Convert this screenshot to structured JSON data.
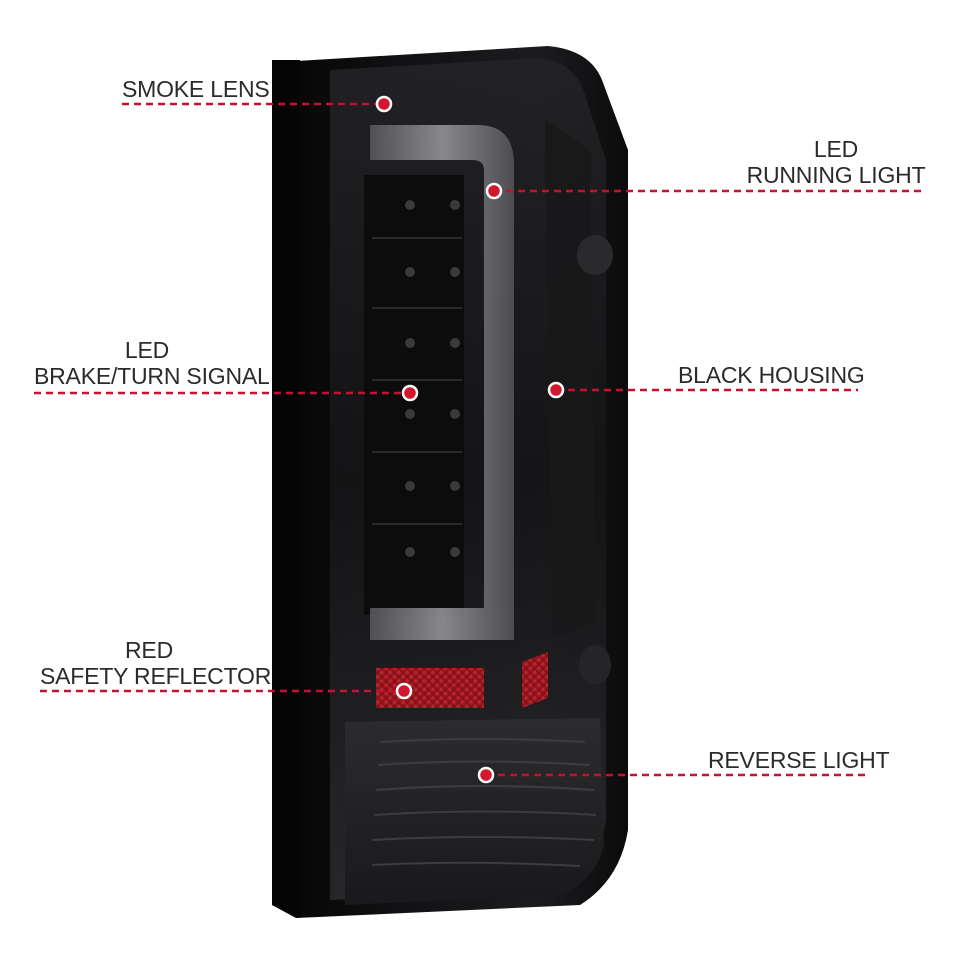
{
  "callouts": [
    {
      "id": "smoke_lens",
      "lines": [
        "SMOKE LENS"
      ]
    },
    {
      "id": "led_running_light",
      "lines": [
        "LED",
        "RUNNING LIGHT"
      ]
    },
    {
      "id": "led_brake_turn_signal",
      "lines": [
        "LED",
        "BRAKE/TURN SIGNAL"
      ]
    },
    {
      "id": "black_housing",
      "lines": [
        "BLACK HOUSING"
      ]
    },
    {
      "id": "red_safety_reflector",
      "lines": [
        "RED",
        "SAFETY REFLECTOR"
      ]
    },
    {
      "id": "reverse_light",
      "lines": [
        "REVERSE LIGHT"
      ]
    }
  ],
  "colors": {
    "leader_line": "#c8102e",
    "marker_fill": "#d3172f",
    "marker_ring": "#ffffff",
    "label_text": "#2b2b2b",
    "housing": "#0a0a0b",
    "lens_smoke": "#1b1b1d",
    "reflector": "#a0141c",
    "light_bar": "#7d7d82"
  }
}
